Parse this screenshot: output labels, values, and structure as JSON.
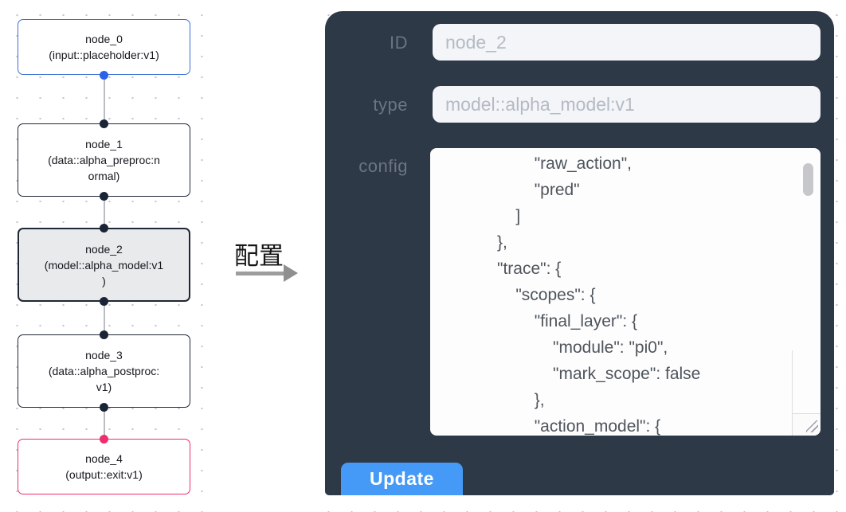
{
  "annotation": {
    "label": "配置"
  },
  "graph": {
    "nodes": [
      {
        "id": "node_0",
        "node_type": "input::placeholder:v1",
        "lines": [
          "node_0",
          "(input::placeholder:v1)"
        ]
      },
      {
        "id": "node_1",
        "node_type": "data::alpha_preproc:normal",
        "lines": [
          "node_1",
          "(data::alpha_preproc:n",
          "ormal)"
        ]
      },
      {
        "id": "node_2",
        "node_type": "model::alpha_model:v1",
        "lines": [
          "node_2",
          "(model::alpha_model:v1",
          ")"
        ],
        "selected": true
      },
      {
        "id": "node_3",
        "node_type": "data::alpha_postproc:v1",
        "lines": [
          "node_3",
          "(data::alpha_postproc:",
          "v1)"
        ]
      },
      {
        "id": "node_4",
        "node_type": "output::exit:v1",
        "lines": [
          "node_4",
          "(output::exit:v1)"
        ]
      }
    ]
  },
  "panel": {
    "id_label": "ID",
    "id_value": "node_2",
    "type_label": "type",
    "type_value": "model::alpha_model:v1",
    "config_label": "config",
    "config_lines": [
      "                    \"raw_action\",",
      "                    \"pred\"",
      "                ]",
      "            },",
      "            \"trace\": {",
      "                \"scopes\": {",
      "                    \"final_layer\": {",
      "                        \"module\": \"pi0\",",
      "                        \"mark_scope\": false",
      "                    },",
      "                    \"action_model\": {"
    ],
    "update_label": "Update"
  },
  "colors": {
    "panel_bg": "#2e3947",
    "accent_blue": "#459af7",
    "input_node_border": "#3a6fd3",
    "output_node_border": "#ee2e6e",
    "selected_node_bg": "#e9eaec",
    "port_blue": "#2a63e8",
    "port_dark": "#1b2336"
  }
}
